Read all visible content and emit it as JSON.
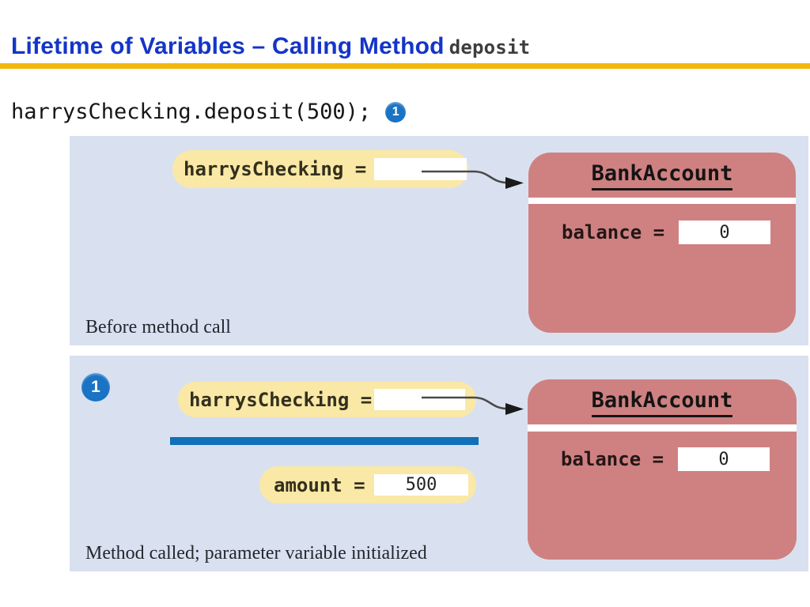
{
  "title": {
    "text": "Lifetime of Variables – Calling Method",
    "code": "deposit"
  },
  "statement": {
    "code": "harrysChecking.deposit(500);",
    "badge": "1"
  },
  "colors": {
    "title_blue": "#1535c8",
    "gold": "#f2b70a",
    "panel_bg": "#d9e1f0",
    "pill_yellow": "#fae8a6",
    "object_pink": "#cf8181",
    "badge_blue": "#1a73c4",
    "scope_line_blue": "#1070b8"
  },
  "before": {
    "variable": "harrysChecking =",
    "variable_value": "",
    "object_class": "BankAccount",
    "balance_label": "balance =",
    "balance_value": "0",
    "caption": "Before method call"
  },
  "after": {
    "badge": "1",
    "variable": "harrysChecking =",
    "variable_value": "",
    "amount_label": "amount =",
    "amount_value": "500",
    "object_class": "BankAccount",
    "balance_label": "balance =",
    "balance_value": "0",
    "caption": "Method called; parameter variable initialized"
  }
}
